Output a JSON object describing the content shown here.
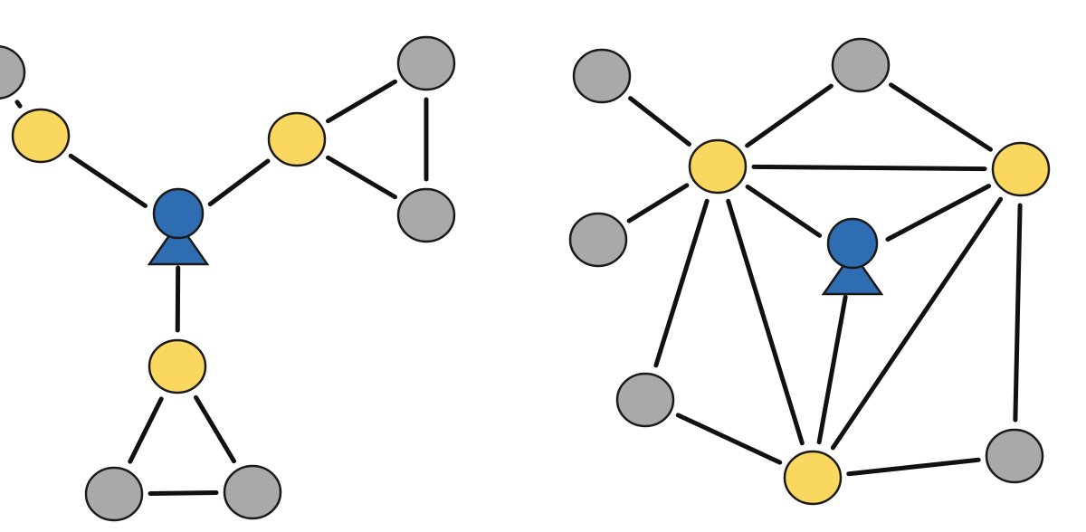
{
  "colors": {
    "ego": "#2f6db3",
    "neighbor": "#fad75f",
    "other": "#a9a9a9",
    "edge": "#111111",
    "outline": "#1a1a1a",
    "background": "#ffffff"
  },
  "icons": {
    "ego": "person-icon",
    "node": "circle-node-icon"
  },
  "networks": [
    {
      "name": "network-left",
      "ego": "n0",
      "nodes": [
        {
          "id": "n0",
          "role": "ego"
        },
        {
          "id": "n1",
          "role": "neighbor"
        },
        {
          "id": "n2",
          "role": "neighbor"
        },
        {
          "id": "n3",
          "role": "neighbor"
        },
        {
          "id": "n4",
          "role": "other"
        },
        {
          "id": "n5",
          "role": "other"
        },
        {
          "id": "n6",
          "role": "other"
        },
        {
          "id": "n7",
          "role": "other"
        },
        {
          "id": "n8",
          "role": "other"
        }
      ],
      "edges": [
        [
          "n0",
          "n1"
        ],
        [
          "n0",
          "n2"
        ],
        [
          "n0",
          "n3"
        ],
        [
          "n2",
          "n4"
        ],
        [
          "n2",
          "n5"
        ],
        [
          "n4",
          "n5"
        ],
        [
          "n3",
          "n6"
        ],
        [
          "n3",
          "n7"
        ],
        [
          "n6",
          "n7"
        ],
        [
          "n1",
          "n8"
        ]
      ]
    },
    {
      "name": "network-right",
      "ego": "m0",
      "nodes": [
        {
          "id": "m0",
          "role": "ego"
        },
        {
          "id": "m1",
          "role": "neighbor"
        },
        {
          "id": "m2",
          "role": "neighbor"
        },
        {
          "id": "m3",
          "role": "neighbor"
        },
        {
          "id": "m4",
          "role": "other"
        },
        {
          "id": "m5",
          "role": "other"
        },
        {
          "id": "m6",
          "role": "other"
        },
        {
          "id": "m7",
          "role": "other"
        },
        {
          "id": "m8",
          "role": "other"
        }
      ],
      "edges": [
        [
          "m0",
          "m1"
        ],
        [
          "m0",
          "m2"
        ],
        [
          "m0",
          "m3"
        ],
        [
          "m1",
          "m2"
        ],
        [
          "m1",
          "m3"
        ],
        [
          "m2",
          "m3"
        ],
        [
          "m1",
          "m4"
        ],
        [
          "m1",
          "m5"
        ],
        [
          "m1",
          "m6"
        ],
        [
          "m1",
          "m7"
        ],
        [
          "m2",
          "m5"
        ],
        [
          "m2",
          "m8"
        ],
        [
          "m3",
          "m7"
        ],
        [
          "m3",
          "m8"
        ]
      ]
    }
  ]
}
